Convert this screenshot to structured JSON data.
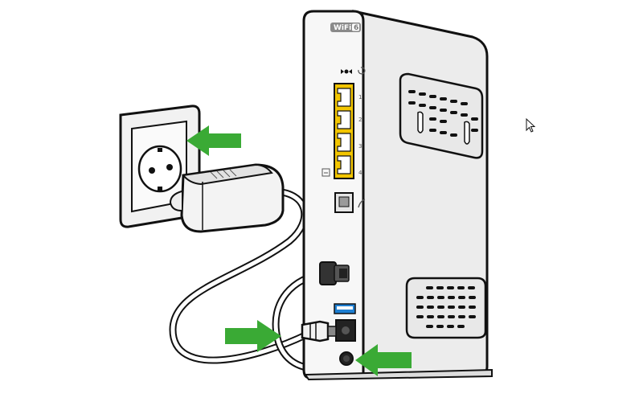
{
  "badge": {
    "brand": "WiFi",
    "version": "6"
  },
  "ports": {
    "lan_labels": [
      "1",
      "2",
      "3",
      "4"
    ]
  },
  "colors": {
    "arrow": "#3aaa35",
    "lan_port": "#f2c500",
    "usb_port": "#1e7fd2",
    "outline": "#111111",
    "body_light": "#f4f4f4",
    "body_shade": "#e6e6e6"
  },
  "icons": [
    "power-plug-icon",
    "reset-icon",
    "cursor-icon",
    "phone-icon",
    "usb-icon"
  ]
}
